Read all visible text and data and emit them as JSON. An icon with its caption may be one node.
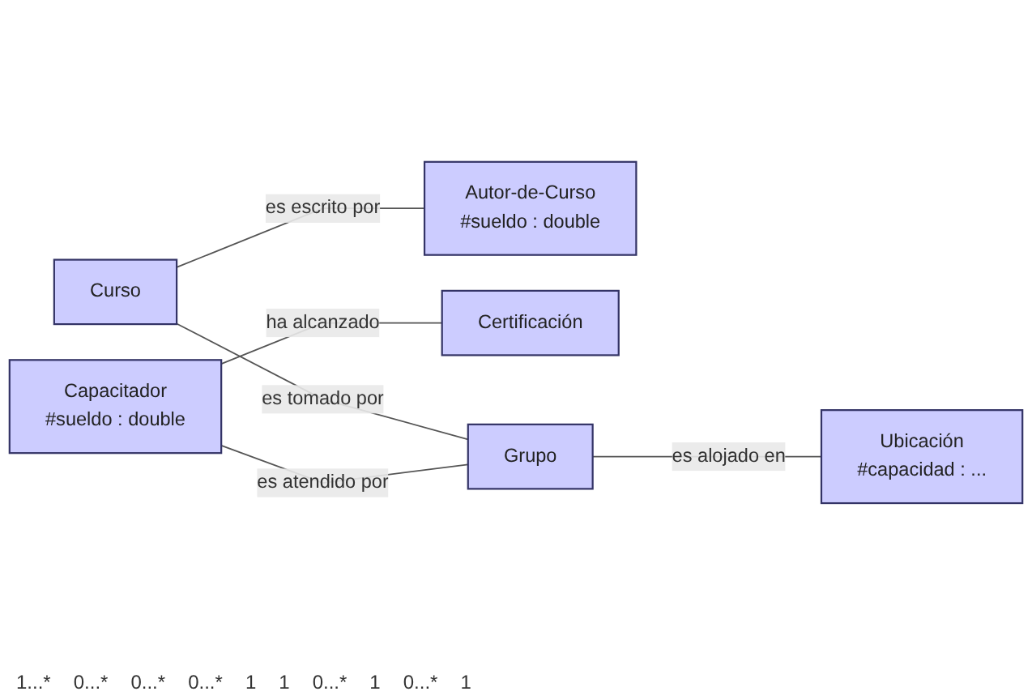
{
  "diagram": {
    "nodes": [
      {
        "text": [
          "Autor-de-Curso",
          "#sueldo : double"
        ]
      },
      {
        "text": [
          "Certificación"
        ]
      },
      {
        "text": [
          "Curso"
        ]
      },
      {
        "text": [
          "Capacitador",
          "#sueldo : double"
        ]
      },
      {
        "text": [
          "Grupo"
        ]
      },
      {
        "text": [
          "Ubicación",
          "#capacidad : ..."
        ]
      }
    ],
    "edges": [
      {
        "from": 2,
        "to": 0,
        "arrow": "none",
        "label": "es escrito por"
      },
      {
        "from": 3,
        "to": 1,
        "arrow": "none",
        "label": "ha alcanzado"
      },
      {
        "from": 2,
        "to": 4,
        "arrow": "none",
        "label": "es tomado por"
      },
      {
        "from": 3,
        "to": 4,
        "arrow": "none",
        "label": "es atendido por"
      },
      {
        "from": 4,
        "to": 5,
        "arrow": "none",
        "label": "es alojado en"
      }
    ],
    "labels": [
      "1...*",
      "0...*",
      "0...*",
      "0...*",
      "1",
      "1",
      "0...*",
      "1",
      "0...*",
      "1"
    ]
  }
}
